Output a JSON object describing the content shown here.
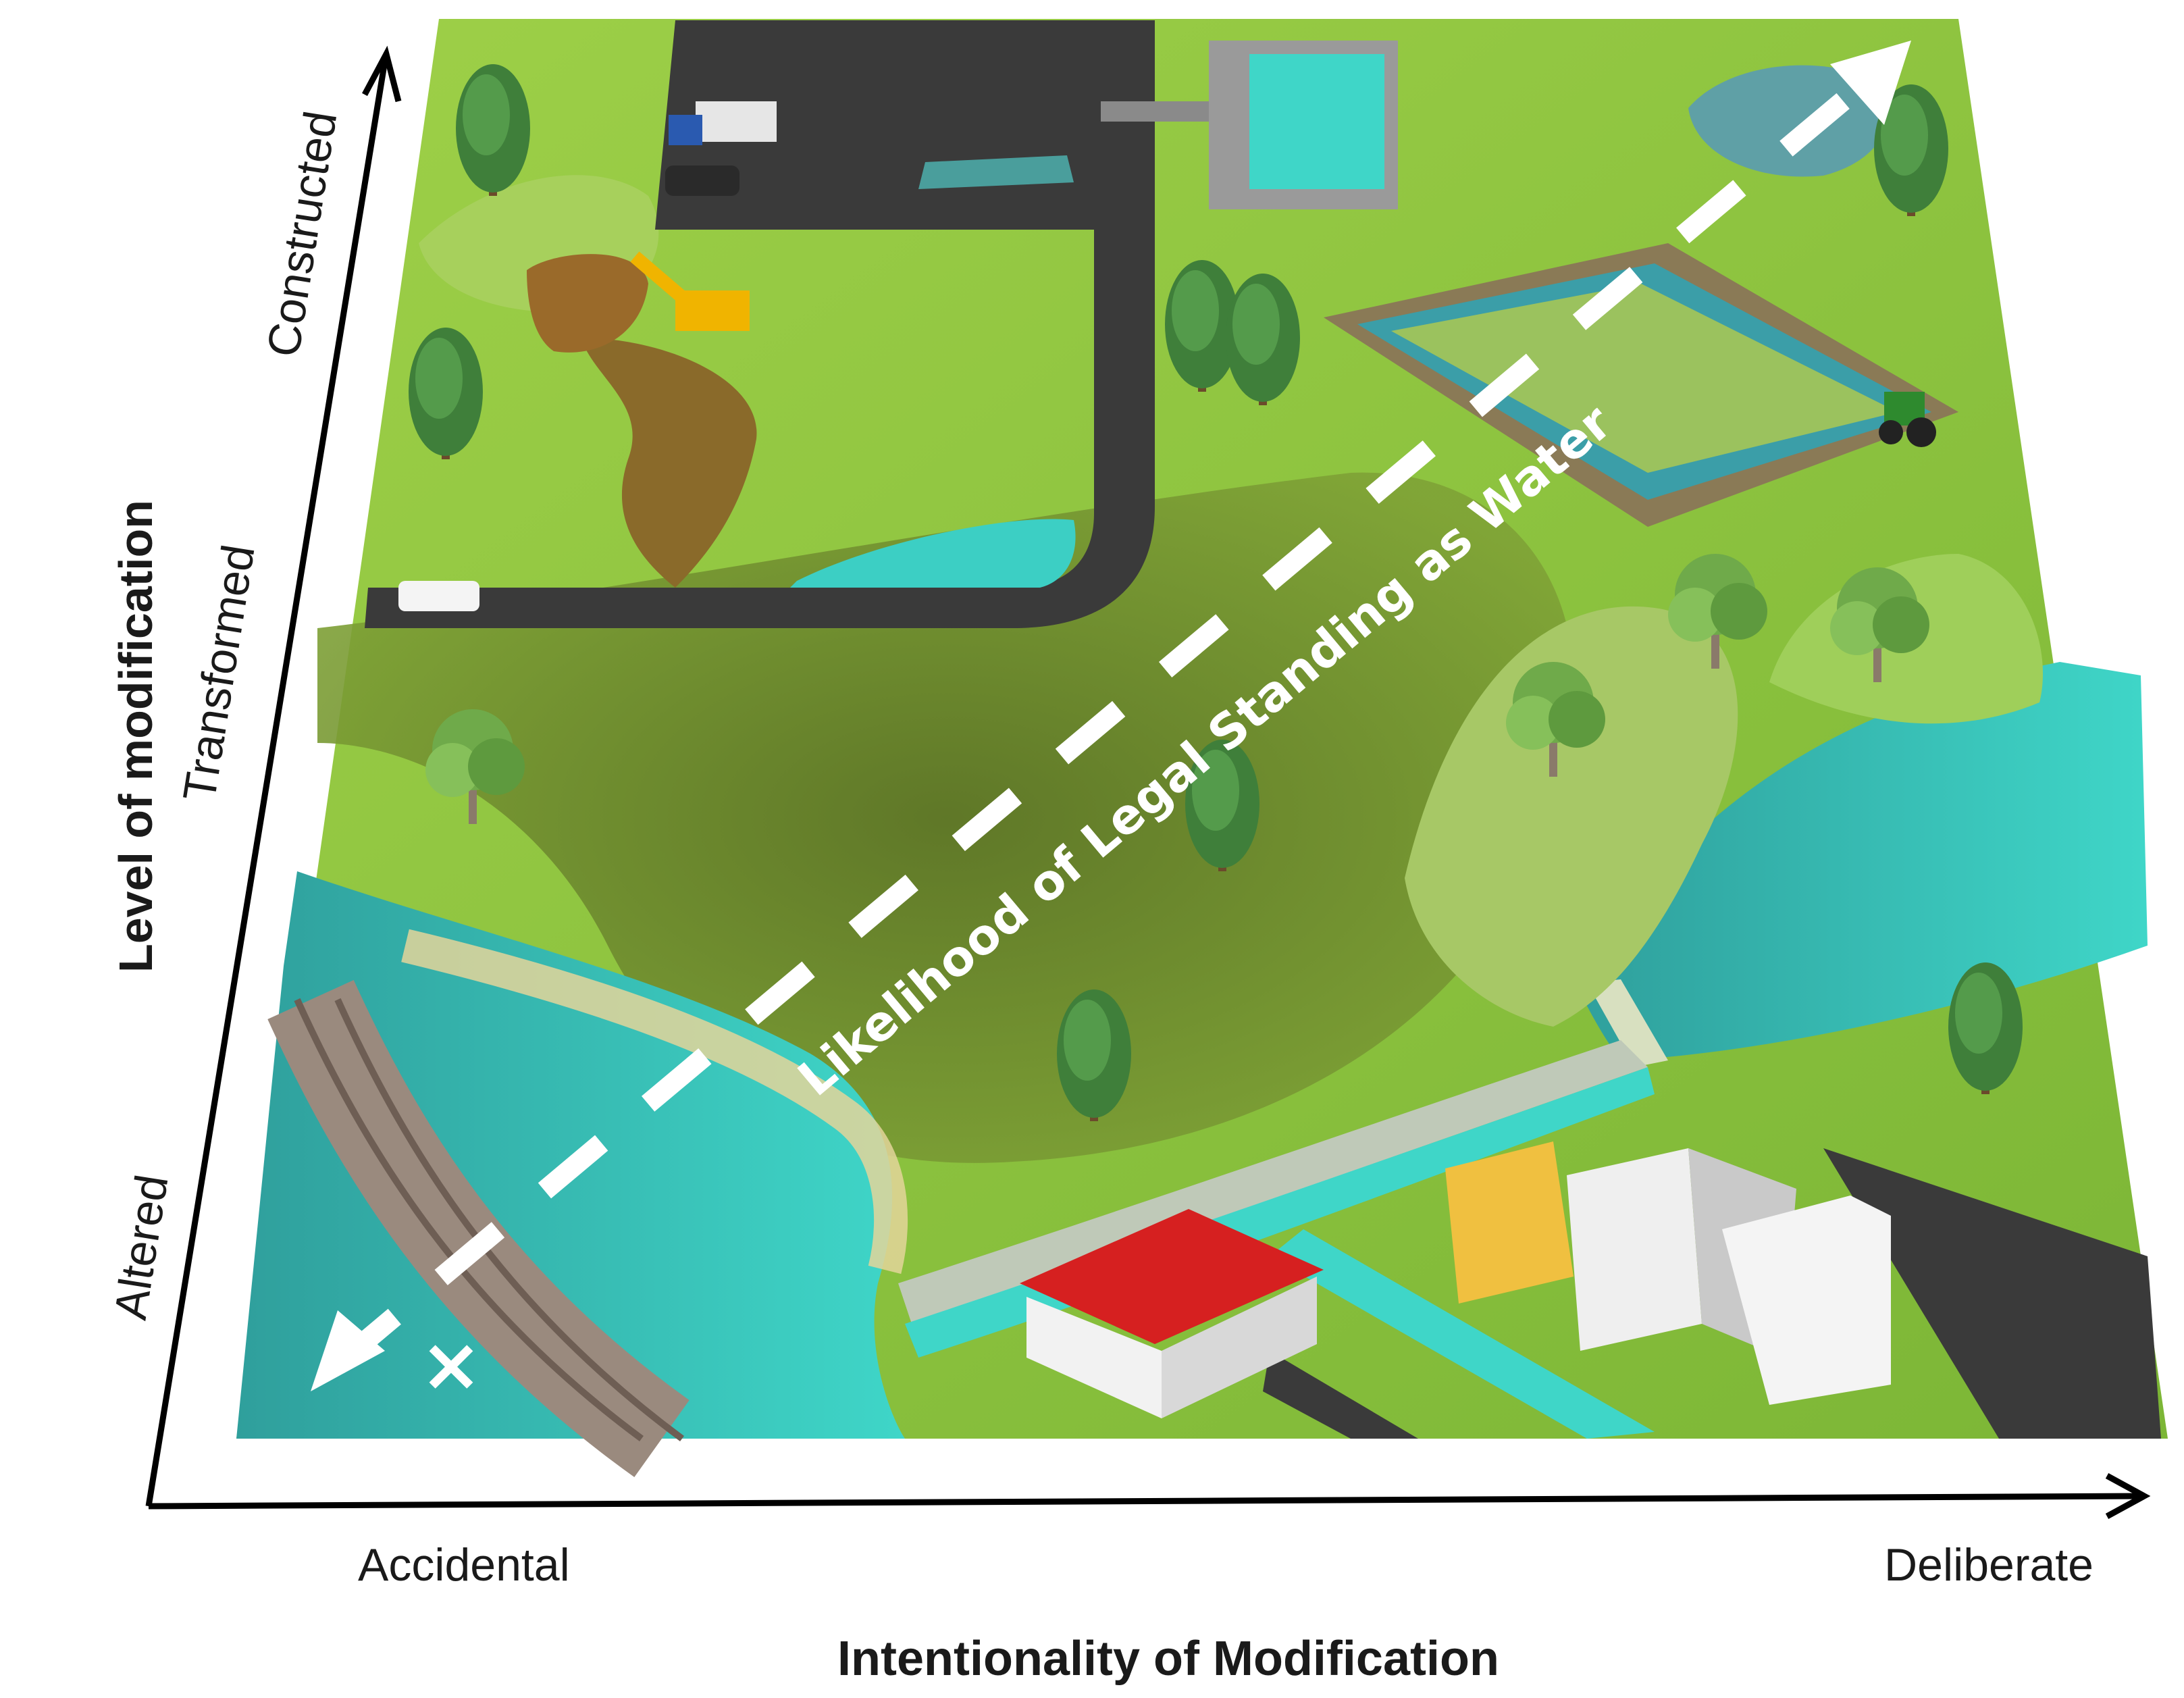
{
  "y_axis": {
    "title": "Level of modification",
    "levels": [
      "Altered",
      "Transformed",
      "Constructed"
    ]
  },
  "x_axis": {
    "title": "Intentionality of Modification",
    "start_label": "Accidental",
    "end_label": "Deliberate"
  },
  "trend": {
    "label": "Likelihood of Legal Standing as Water",
    "start_marker": "×",
    "direction": "increasing toward deliberate and constructed"
  },
  "colors": {
    "land": "#8cc63f",
    "land_dark": "#6b8f2b",
    "wetland": "#5e7a2a",
    "water": "#3ccfc4",
    "water_deep": "#2a9e9a",
    "road": "#3a3a3a",
    "mud": "#8a6a2a",
    "axis": "#000000",
    "dashed_arrow": "#ffffff"
  },
  "icons": [
    "tree-icon",
    "truck-icon",
    "car-icon",
    "excavator-icon",
    "tractor-icon",
    "cow-icon",
    "swimming-pool-icon",
    "building-icon",
    "railway-icon",
    "kayaker-icon",
    "jetski-icon",
    "deer-icon",
    "picnic-table-icon",
    "swing-set-icon"
  ]
}
